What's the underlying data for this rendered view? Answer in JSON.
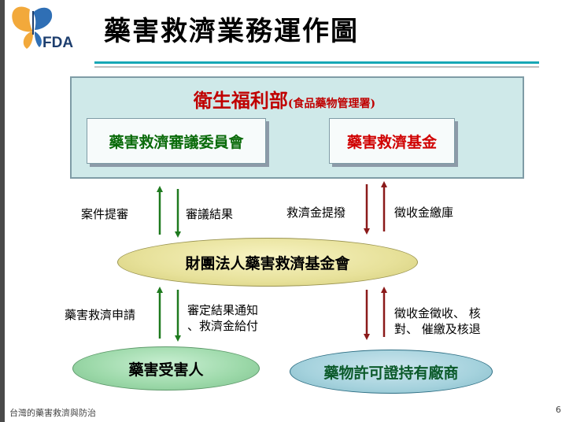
{
  "header": {
    "logo_text": "FDA",
    "title": "藥害救濟業務運作圖"
  },
  "ministry": {
    "name": "衛生福利部",
    "sub_name": "(食品藥物管理署)",
    "committee": "藥害救濟審議委員會",
    "fund": "藥害救濟基金"
  },
  "flows": {
    "case_submission": "案件提審",
    "review_result": "審議結果",
    "fund_allocation": "救濟金提撥",
    "levy_payment": "徵收金繳庫",
    "relief_application": "藥害救濟申請",
    "notification_line1": "審定結果通知",
    "notification_line2": "、救濟金給付",
    "levy_line1": "徵收金徵收、 核",
    "levy_line2": "對、 催繳及核退"
  },
  "nodes": {
    "foundation": "財團法人藥害救濟基金會",
    "victim": "藥害受害人",
    "manufacturer": "藥物許可證持有廠商"
  },
  "footer": {
    "text": "台灣的藥害救濟與防治",
    "page": "6"
  },
  "colors": {
    "accent_line": "#18a7b5",
    "green_arrow": "#1e7a1e",
    "red_arrow": "#8b1a1a",
    "ministry_red": "#c00000"
  }
}
